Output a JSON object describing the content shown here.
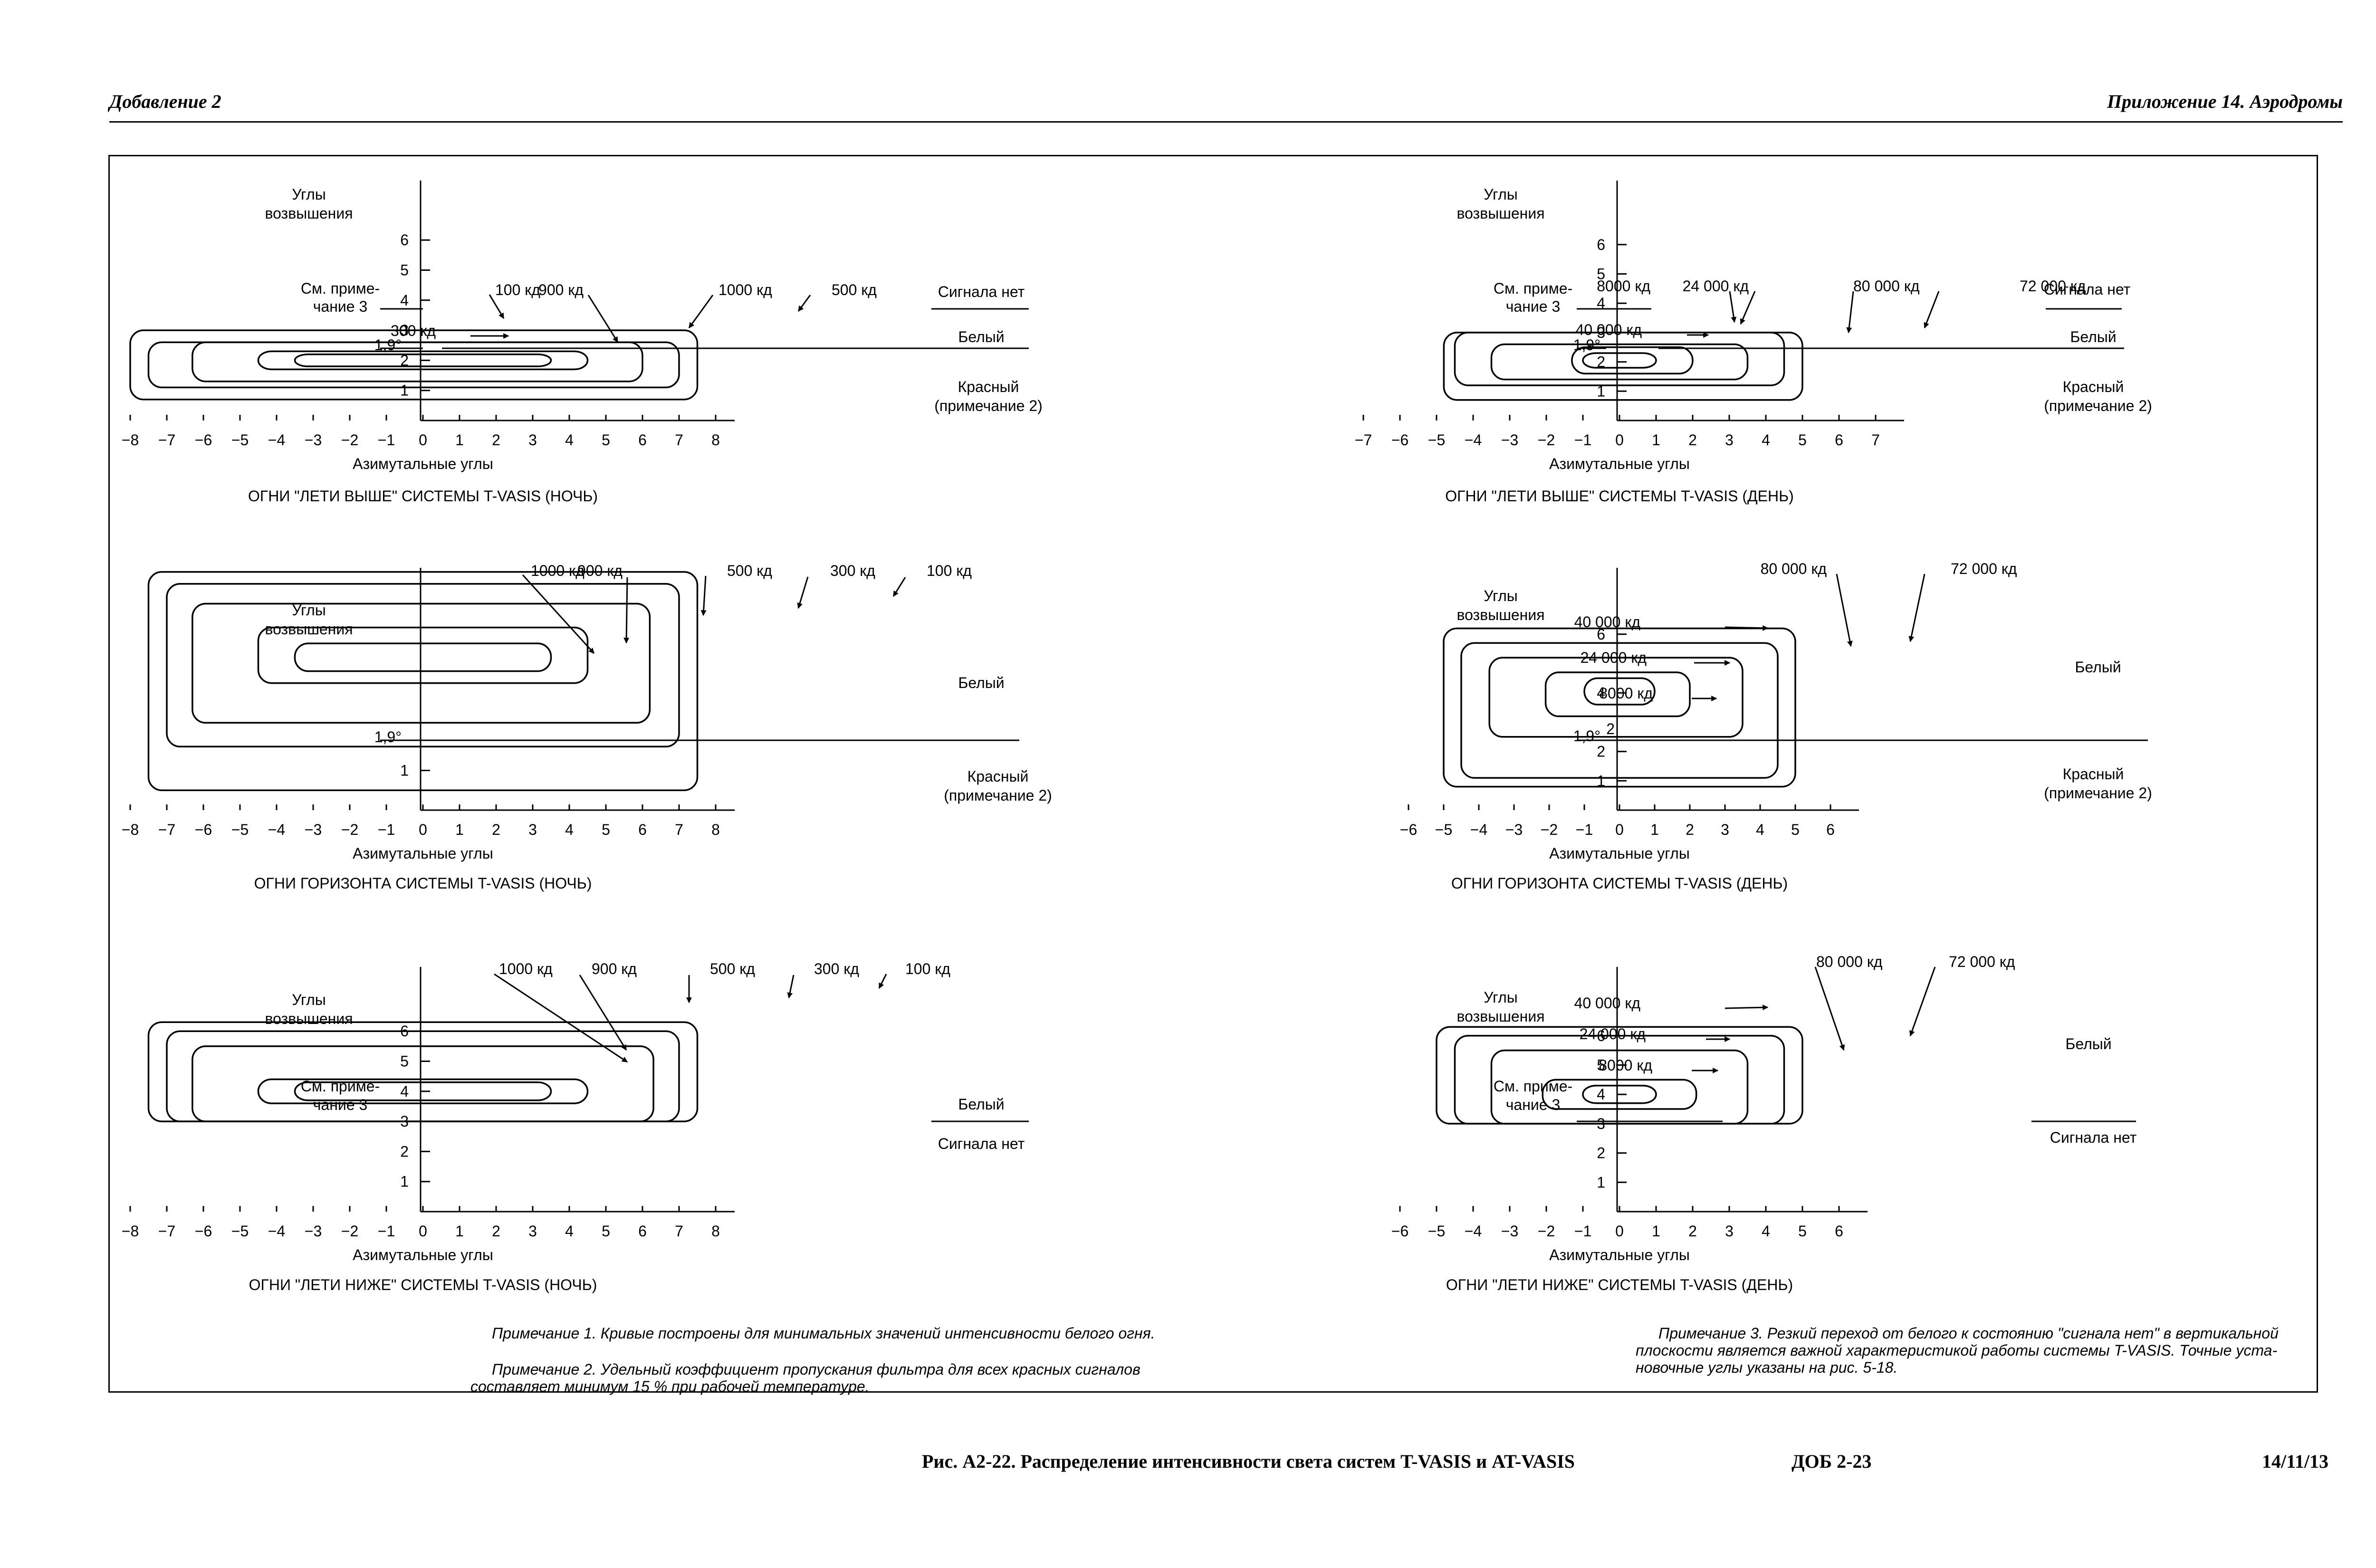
{
  "header": {
    "left": "Добавление 2",
    "right": "Приложение 14.    Аэродромы"
  },
  "footer": {
    "caption": "Рис. А2-22.    Распределение интенсивности света систем T-VASIS и AT-VASIS",
    "page": "ДОБ 2-23",
    "date": "14/11/13"
  },
  "common": {
    "ylabel": [
      "Углы",
      "возвышения"
    ],
    "xlabel": "Азимутальные углы",
    "see_note": [
      "См. приме-",
      "чание 3"
    ],
    "angle_19": "1,9°"
  },
  "panels": [
    {
      "id": "fly-up-night",
      "title": "ОГНИ \"ЛЕТИ ВЫШЕ\" СИСТЕМЫ T-VASIS (НОЧЬ)",
      "yticks": [
        1,
        2,
        3,
        4,
        5,
        6
      ],
      "xticks": [
        "−8",
        "−7",
        "−6",
        "−5",
        "−4",
        "−3",
        "−2",
        "−1",
        "0",
        "1",
        "2",
        "3",
        "4",
        "5",
        "6",
        "7",
        "8"
      ],
      "contours": [
        {
          "label": "100 кд",
          "x": [
            -8,
            7.5
          ],
          "y": [
            0.7,
            3
          ]
        },
        {
          "label": "300 кд",
          "x": [
            -7.5,
            7
          ],
          "y": [
            1.1,
            2.6
          ]
        },
        {
          "label": "500 кд",
          "x": [
            -6.3,
            6
          ],
          "y": [
            1.3,
            2.6
          ]
        },
        {
          "label": "900 кд",
          "x": [
            -4.5,
            4.5
          ],
          "y": [
            1.7,
            2.3
          ]
        },
        {
          "label": "1000 кд",
          "x": [
            -3.5,
            3.5
          ],
          "y": [
            1.8,
            2.2
          ]
        }
      ],
      "zones": [
        "Сигнала нет",
        "Белый",
        "Красный",
        "(примечание 2)"
      ]
    },
    {
      "id": "horizon-night",
      "title": "ОГНИ ГОРИЗОНТА СИСТЕМЫ T-VASIS (НОЧЬ)",
      "yticks": [
        1
      ],
      "xticks": [
        "−8",
        "−7",
        "−6",
        "−5",
        "−4",
        "−3",
        "−2",
        "−1",
        "0",
        "1",
        "2",
        "3",
        "4",
        "5",
        "6",
        "7",
        "8"
      ],
      "contours": [
        {
          "label": "100 кд",
          "x": [
            -7.5,
            7.5
          ],
          "y": [
            0.5,
            6
          ]
        },
        {
          "label": "300 кд",
          "x": [
            -7,
            7
          ],
          "y": [
            1.6,
            5.7
          ]
        },
        {
          "label": "500 кд",
          "x": [
            -6.3,
            6.2
          ],
          "y": [
            2.2,
            5.2
          ]
        },
        {
          "label": "900 кд",
          "x": [
            -4.5,
            4.5
          ],
          "y": [
            3.2,
            4.6
          ]
        },
        {
          "label": "1000 кд",
          "x": [
            -3.5,
            3.5
          ],
          "y": [
            3.5,
            4.2
          ]
        }
      ],
      "zones": [
        "Белый",
        "Красный",
        "(примечание 2)"
      ]
    },
    {
      "id": "fly-down-night",
      "title": "ОГНИ \"ЛЕТИ НИЖЕ\" СИСТЕМЫ T-VASIS (НОЧЬ)",
      "yticks": [
        1,
        2,
        3,
        4,
        5,
        6
      ],
      "xticks": [
        "−8",
        "−7",
        "−6",
        "−5",
        "−4",
        "−3",
        "−2",
        "−1",
        "0",
        "1",
        "2",
        "3",
        "4",
        "5",
        "6",
        "7",
        "8"
      ],
      "contours": [
        {
          "label": "100 кд",
          "x": [
            -7.5,
            7.5
          ],
          "y": [
            3,
            6.3
          ]
        },
        {
          "label": "300 кд",
          "x": [
            -7,
            7
          ],
          "y": [
            3,
            6
          ]
        },
        {
          "label": "500 кд",
          "x": [
            -6.3,
            6.3
          ],
          "y": [
            3,
            5.5
          ]
        },
        {
          "label": "900 кд",
          "x": [
            -4.5,
            4.5
          ],
          "y": [
            3.6,
            4.4
          ]
        },
        {
          "label": "1000 кд",
          "x": [
            -3.5,
            3.5
          ],
          "y": [
            3.7,
            4.3
          ]
        }
      ],
      "zones": [
        "Белый",
        "Сигнала нет"
      ]
    },
    {
      "id": "fly-up-day",
      "title": "ОГНИ \"ЛЕТИ ВЫШЕ\" СИСТЕМЫ T-VASIS (ДЕНЬ)",
      "yticks": [
        1,
        2,
        3,
        4,
        5,
        6
      ],
      "xticks": [
        "−7",
        "−6",
        "−5",
        "−4",
        "−3",
        "−2",
        "−1",
        "0",
        "1",
        "2",
        "3",
        "4",
        "5",
        "6",
        "7"
      ],
      "contours": [
        {
          "label": "8000 кд",
          "x": [
            -4.8,
            5
          ],
          "y": [
            0.7,
            3
          ]
        },
        {
          "label": "24 000 кд",
          "x": [
            -4.5,
            4.5
          ],
          "y": [
            1.2,
            3
          ]
        },
        {
          "label": "40 000 кд",
          "x": [
            -3.5,
            3.5
          ],
          "y": [
            1.4,
            2.6
          ]
        },
        {
          "label": "72 000 кд",
          "x": [
            -1.3,
            2
          ],
          "y": [
            1.6,
            2.5
          ]
        },
        {
          "label": "80 000 кд",
          "x": [
            -1,
            1
          ],
          "y": [
            1.8,
            2.3
          ]
        }
      ],
      "zones": [
        "Сигнала нет",
        "Белый",
        "Красный",
        "(примечание 2)"
      ]
    },
    {
      "id": "horizon-day",
      "title": "ОГНИ ГОРИЗОНТА СИСТЕМЫ T-VASIS (ДЕНЬ)",
      "yticks": [
        1,
        2,
        4,
        6
      ],
      "xticks": [
        "−6",
        "−5",
        "−4",
        "−3",
        "−2",
        "−1",
        "0",
        "1",
        "2",
        "3",
        "4",
        "5",
        "6"
      ],
      "contours": [
        {
          "label": "8000 кд",
          "x": [
            -5,
            5
          ],
          "y": [
            0.8,
            6.2
          ]
        },
        {
          "label": "24 000 кд",
          "x": [
            -4.5,
            4.5
          ],
          "y": [
            1.1,
            5.7
          ]
        },
        {
          "label": "40 000 кд",
          "x": [
            -3.7,
            3.5
          ],
          "y": [
            2.5,
            5.2
          ]
        },
        {
          "label": "72 000 кд",
          "x": [
            -2.1,
            2
          ],
          "y": [
            3.2,
            4.7
          ]
        },
        {
          "label": "80 000 кд",
          "x": [
            -1,
            1
          ],
          "y": [
            3.6,
            4.5
          ]
        }
      ],
      "zones": [
        "Белый",
        "Красный",
        "(примечание 2)"
      ]
    },
    {
      "id": "fly-down-day",
      "title": "ОГНИ \"ЛЕТИ НИЖЕ\" СИСТЕМЫ T-VASIS (ДЕНЬ)",
      "yticks": [
        1,
        2,
        3,
        4,
        5,
        6
      ],
      "xticks": [
        "−6",
        "−5",
        "−4",
        "−3",
        "−2",
        "−1",
        "0",
        "1",
        "2",
        "3",
        "4",
        "5",
        "6"
      ],
      "contours": [
        {
          "label": "8000 кд",
          "x": [
            -5,
            5
          ],
          "y": [
            3,
            6.3
          ]
        },
        {
          "label": "24 000 кд",
          "x": [
            -4.5,
            4.5
          ],
          "y": [
            3,
            6
          ]
        },
        {
          "label": "40 000 кд",
          "x": [
            -3.5,
            3.5
          ],
          "y": [
            3,
            5.5
          ]
        },
        {
          "label": "72 000 кд",
          "x": [
            -2.1,
            2.1
          ],
          "y": [
            3.5,
            4.5
          ]
        },
        {
          "label": "80 000 кд",
          "x": [
            -1,
            1
          ],
          "y": [
            3.7,
            4.3
          ]
        }
      ],
      "zones": [
        "Белый",
        "Сигнала нет"
      ]
    }
  ],
  "notes": {
    "note1": "Примечание 1. Кривые построены для минимальных значений интенсивности белого огня.",
    "note2": [
      "Примечание 2. Удельный коэффициент пропускания фильтра для всех красных сигналов",
      "составляет минимум 15 % при рабочей температуре."
    ],
    "note3": [
      "Примечание 3. Резкий переход от белого к состоянию \"сигнала нет\" в вертикальной",
      "плоскости является важной характеристикой работы системы  T-VASIS. Точные уста-",
      "новочные углы указаны на рис. 5-18."
    ]
  }
}
